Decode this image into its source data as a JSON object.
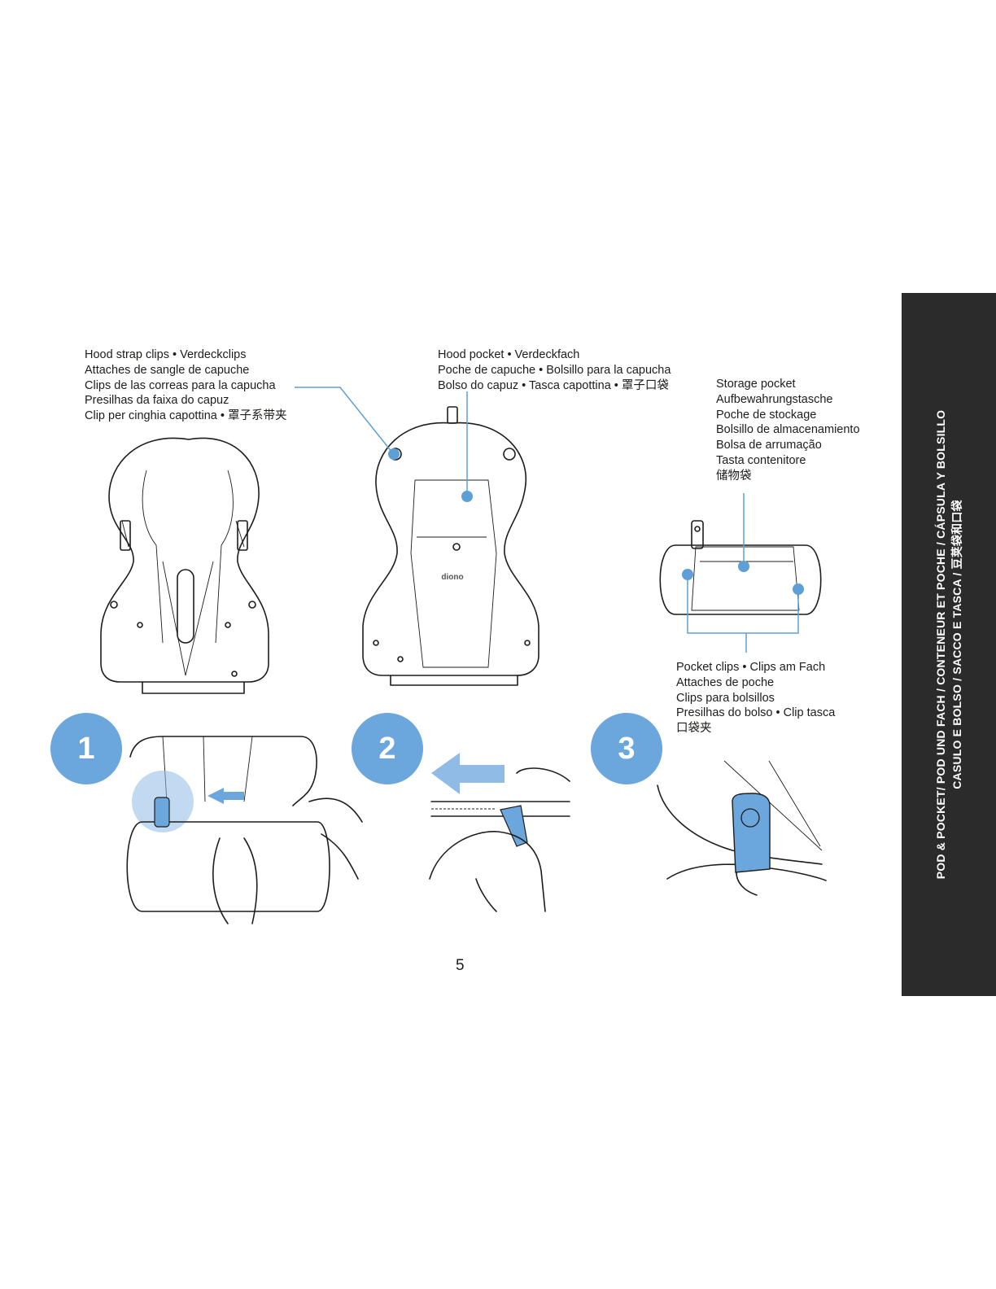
{
  "labels": {
    "hood_strap_clips": [
      "Hood strap clips • Verdeckclips",
      "Attaches de sangle de capuche",
      "Clips de las correas para la capucha",
      "Presilhas da faixa do capuz",
      "Clip per cinghia capottina • 罩子系带夹"
    ],
    "hood_pocket": [
      "Hood pocket • Verdeckfach",
      "Poche de capuche • Bolsillo para la capucha",
      "Bolso do capuz • Tasca capottina • 罩子口袋"
    ],
    "storage_pocket": [
      "Storage pocket",
      "Aufbewahrungstasche",
      "Poche de stockage",
      "Bolsillo de almacenamiento",
      "Bolsa de arrumação",
      "Tasta contenitore",
      "储物袋"
    ],
    "pocket_clips": [
      "Pocket clips • Clips am Fach",
      "Attaches de poche",
      "Clips para bolsillos",
      "Presilhas do bolso • Clip tasca",
      "口袋夹"
    ]
  },
  "illustration": {
    "brand_mark": "diono"
  },
  "steps": [
    "1",
    "2",
    "3"
  ],
  "side_tab": {
    "line1": "POD & POCKET/ POD UND FACH / CONTENEUR ET POCHE / CÁPSULA Y BOLSILLO",
    "line2": "CASULO E BOLSO / SACCO E TASCA / 豆荚袋和口袋"
  },
  "page_number": "5",
  "colors": {
    "accent": "#6ba6dd",
    "side_tab_bg": "#2b2b2b",
    "line": "#1d1d1b"
  }
}
